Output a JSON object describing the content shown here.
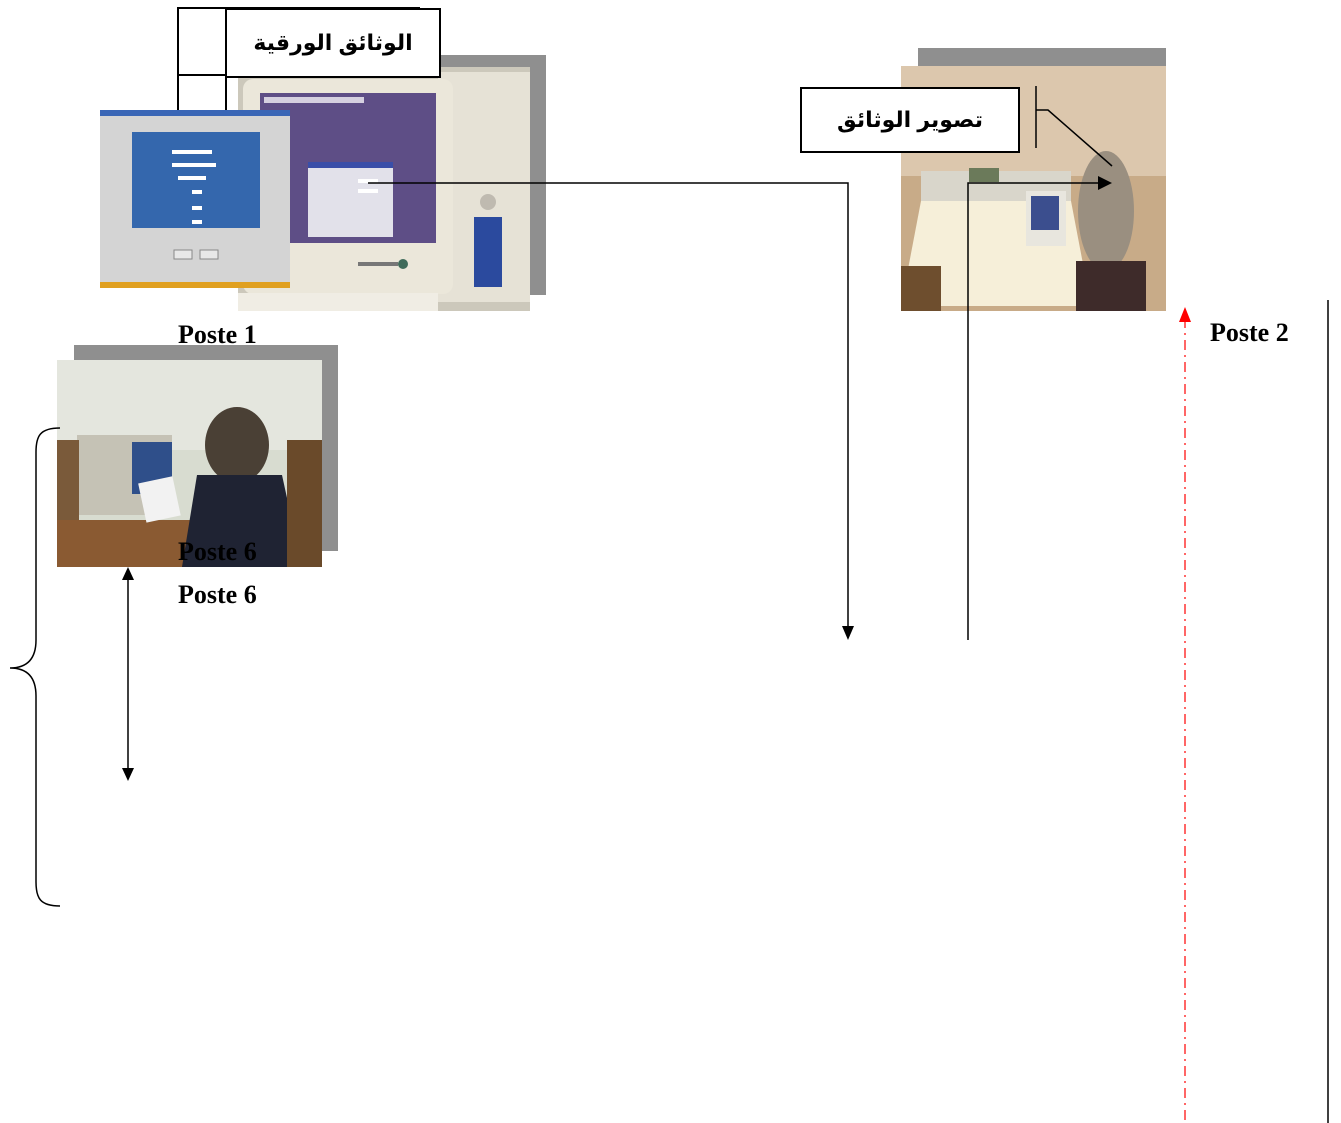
{
  "callouts": {
    "paper_documents": "الوثائق الورقية",
    "document_scanning": "تصوير الوثائق"
  },
  "stations": {
    "poste1": "Poste 1",
    "poste2": "Poste 2",
    "poste6_overlay": "Poste 6",
    "poste6": "Poste 6"
  },
  "colors": {
    "arrow_black": "#000000",
    "dash_red": "#ff0000",
    "shadow_gray": "#8f8f8f"
  },
  "icons": {
    "arrow_head": "triangle",
    "brace": "left-curly-brace"
  }
}
